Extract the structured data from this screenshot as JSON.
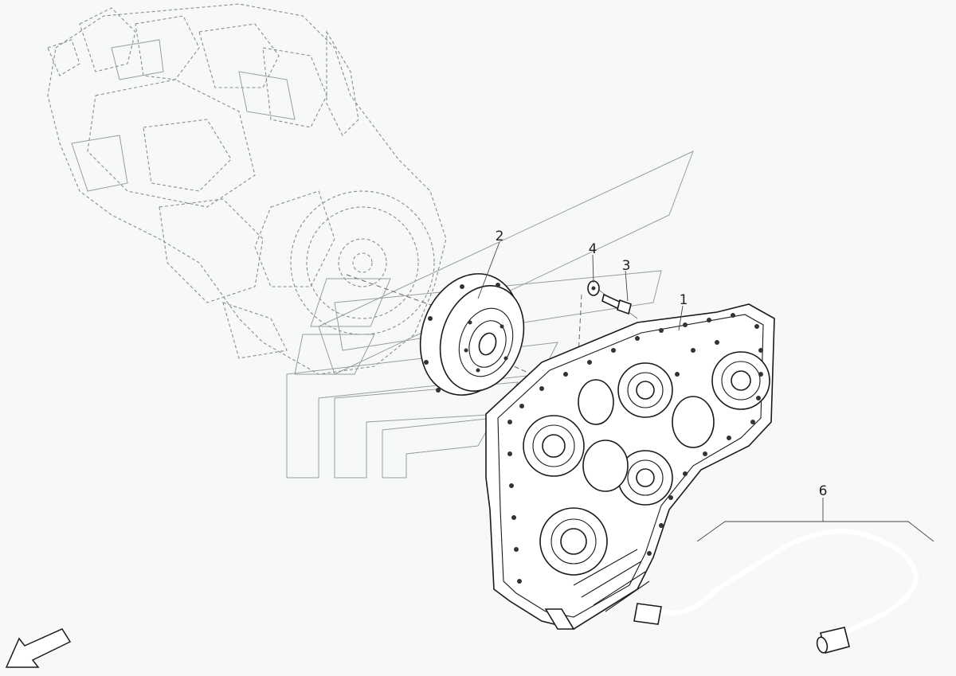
{
  "diagram": {
    "callouts": [
      {
        "id": "part-1",
        "label": "1"
      },
      {
        "id": "part-2",
        "label": "2"
      },
      {
        "id": "part-3",
        "label": "3"
      },
      {
        "id": "part-4",
        "label": "4"
      },
      {
        "id": "part-6",
        "label": "6"
      }
    ],
    "icons": {
      "orientation_arrow": "front-direction-arrow-icon",
      "watermark": "stylized-logo-watermark"
    },
    "colors": {
      "background": "#f7f9f7",
      "linework": "#1a1a1a",
      "ghost": "#8a8e8a"
    }
  }
}
